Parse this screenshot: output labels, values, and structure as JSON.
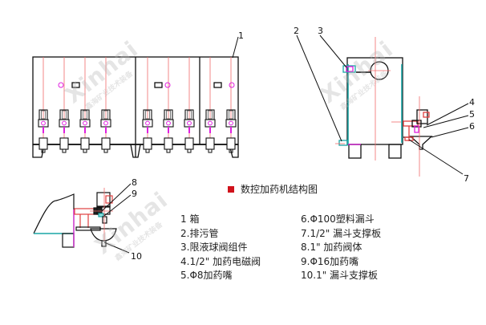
{
  "title": "数控加药机结构图",
  "colors": {
    "caption_marker": "#d0121b",
    "outline": "#111111",
    "centerline": "#f06a6a",
    "magenta": "#e020e0",
    "teal": "#1aa5a5",
    "watermark": "#bdbdbd"
  },
  "watermark": {
    "brand": "Xinhai",
    "subtitle": "鑫海矿业技术装备"
  },
  "callouts": {
    "front_view": [
      "1"
    ],
    "side_view": [
      "2",
      "3",
      "4",
      "5",
      "6",
      "7"
    ],
    "detail_view": [
      "8",
      "9",
      "10"
    ]
  },
  "legend": {
    "col1": [
      "1  箱",
      "2.排污管",
      "3.限液球阀组件",
      "4.1/2\" 加药电磁阀",
      "5.Φ8加药嘴"
    ],
    "col2": [
      "6.Φ100塑料漏斗",
      "7.1/2\" 漏斗支撑板",
      "8.1\" 加药阀体",
      "9.Φ16加药嘴",
      "10.1\" 漏斗支撑板"
    ]
  }
}
